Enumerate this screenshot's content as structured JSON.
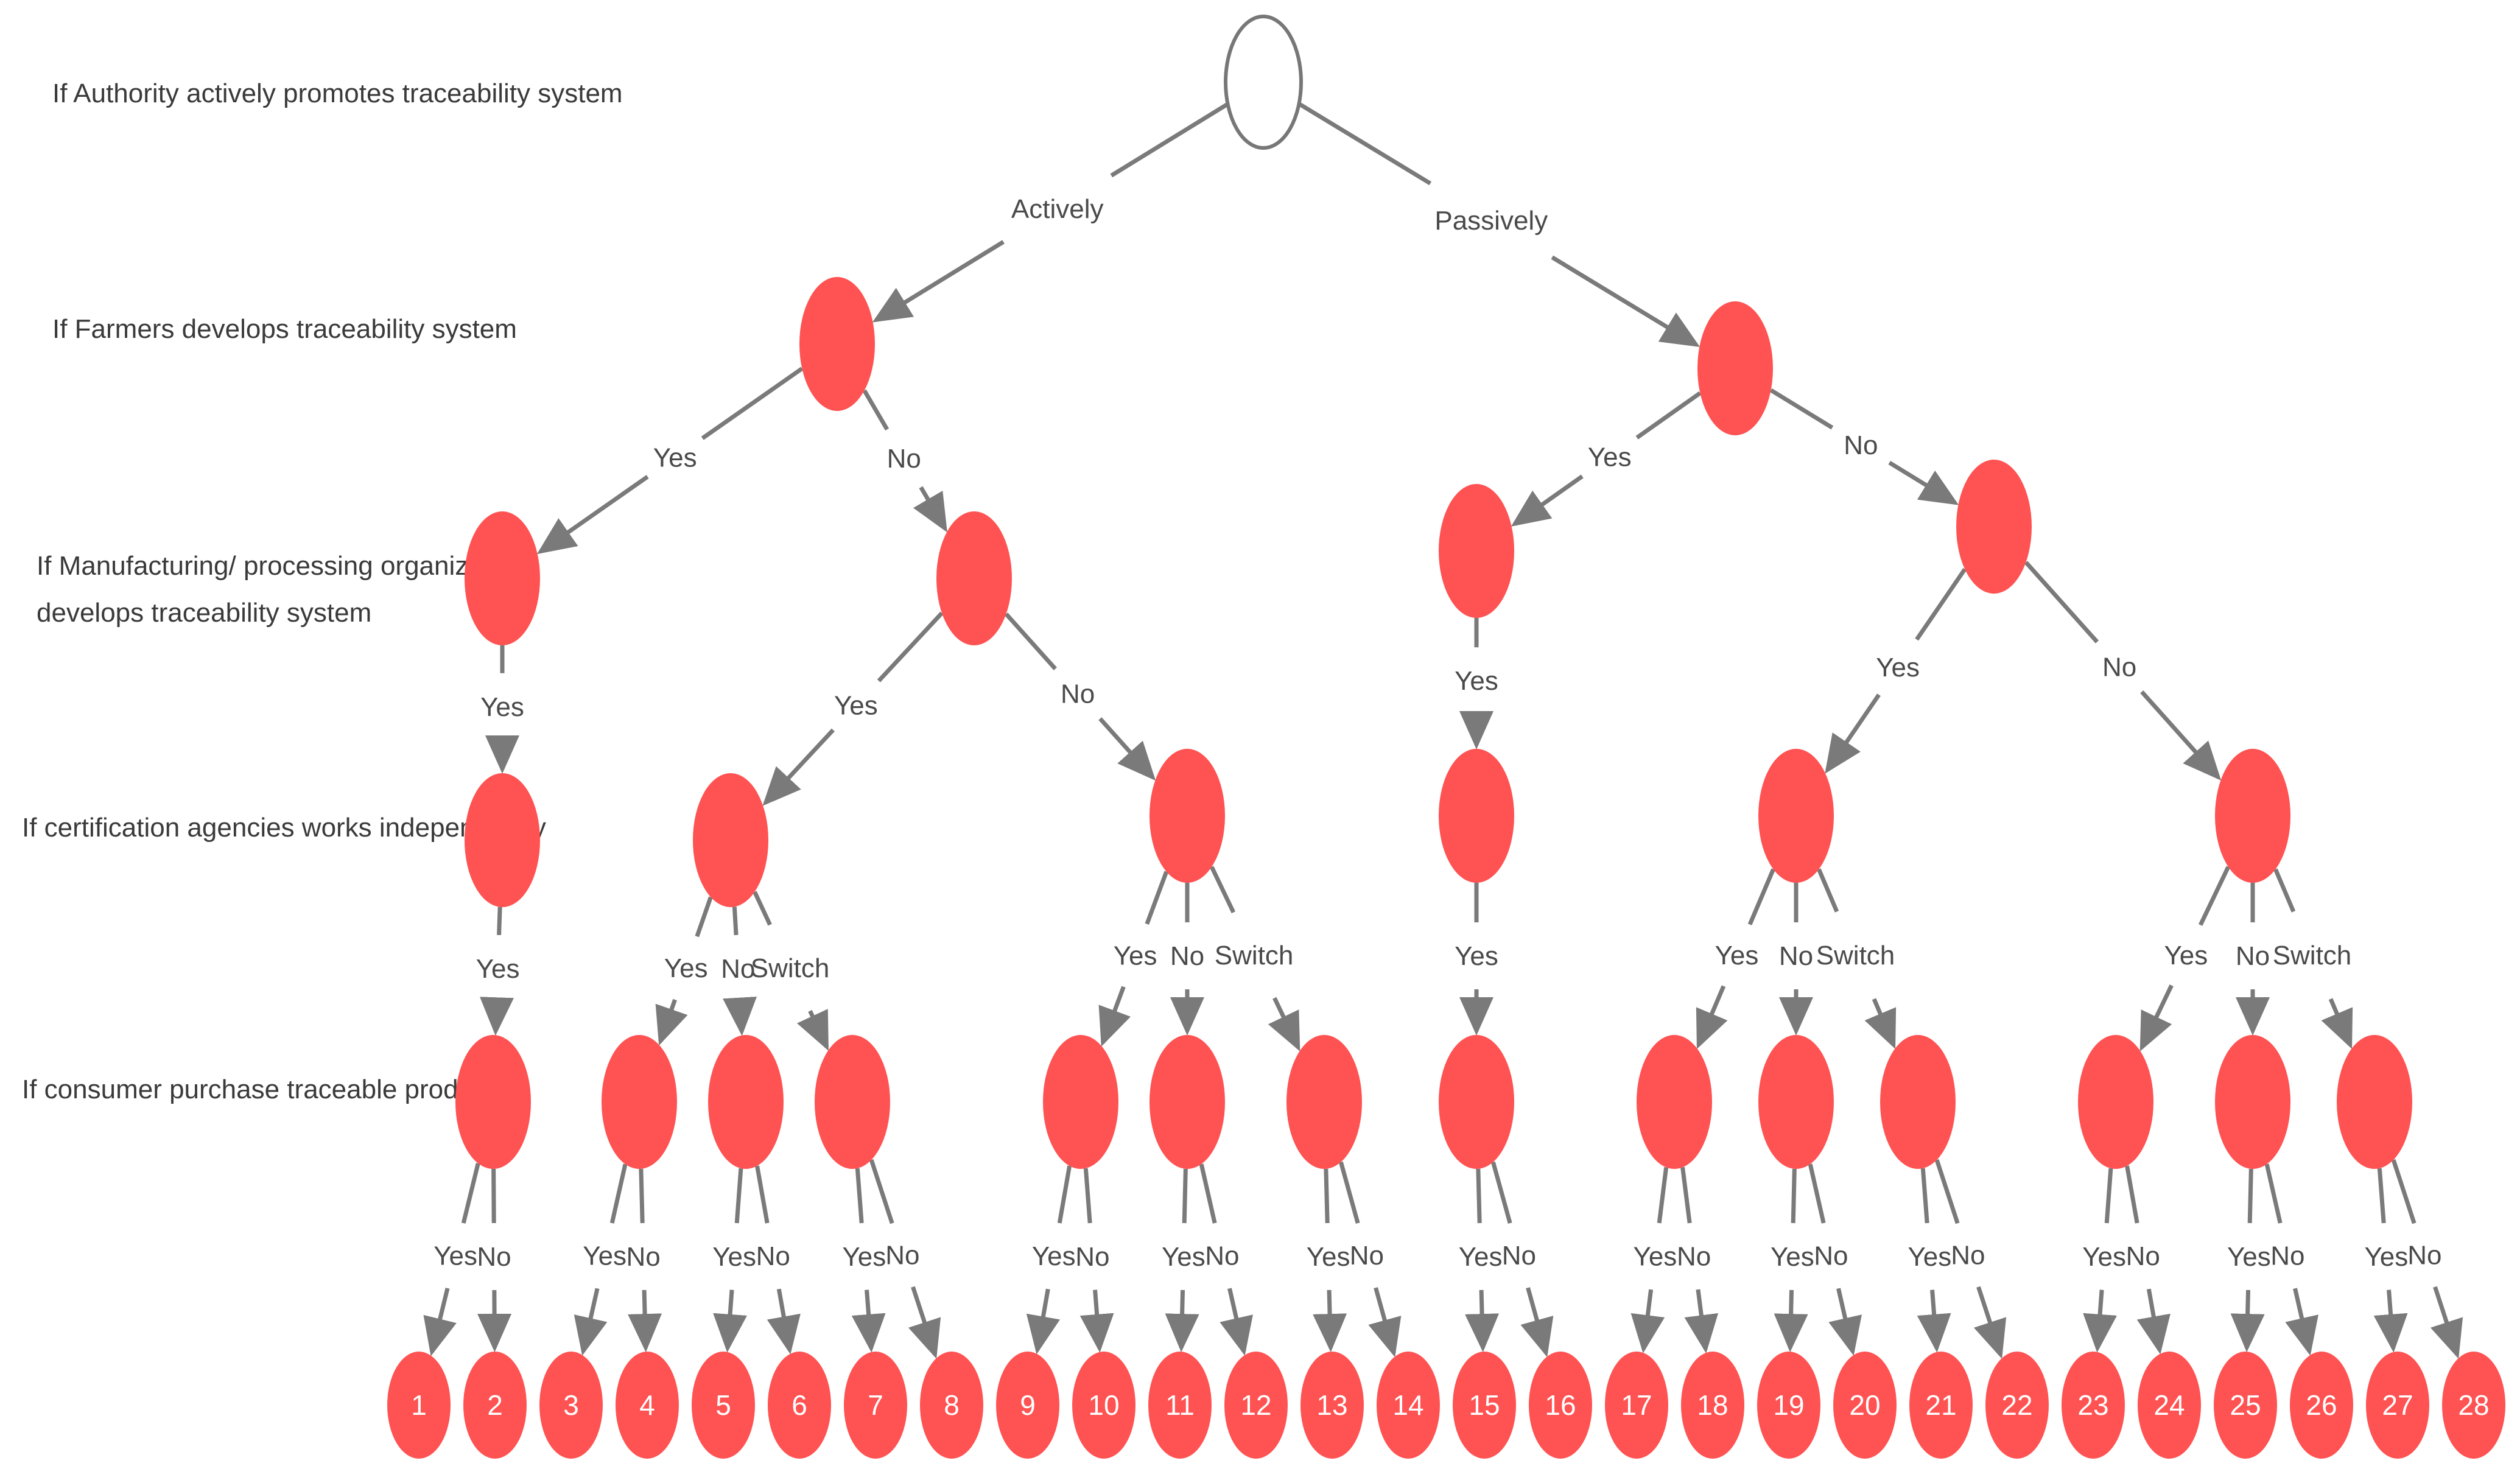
{
  "levels": [
    "If Authority actively promotes traceability system",
    "If Farmers develops traceability system",
    [
      "If Manufacturing/ processing organization",
      "develops traceability system"
    ],
    "If certification agencies works independently",
    "If consumer purchase traceable products"
  ],
  "colors": {
    "node": "#ff5252",
    "root_stroke": "#777777",
    "edge": "#7a7a7a",
    "label": "#4a4a4a"
  },
  "nodes": [
    {
      "id": "root",
      "root": true
    },
    {
      "id": "A"
    },
    {
      "id": "B"
    },
    {
      "id": "AY"
    },
    {
      "id": "AN"
    },
    {
      "id": "BY"
    },
    {
      "id": "BN"
    },
    {
      "id": "C1"
    },
    {
      "id": "C2"
    },
    {
      "id": "C3"
    },
    {
      "id": "C4"
    },
    {
      "id": "C5"
    },
    {
      "id": "C6"
    },
    {
      "id": "P1"
    },
    {
      "id": "P2"
    },
    {
      "id": "P3"
    },
    {
      "id": "P4"
    },
    {
      "id": "P5"
    },
    {
      "id": "P6"
    },
    {
      "id": "P7"
    },
    {
      "id": "P8"
    },
    {
      "id": "P9"
    },
    {
      "id": "P10"
    },
    {
      "id": "P11"
    },
    {
      "id": "P12"
    },
    {
      "id": "P13"
    },
    {
      "id": "P14"
    },
    {
      "id": "L1",
      "label": "1"
    },
    {
      "id": "L2",
      "label": "2"
    },
    {
      "id": "L3",
      "label": "3"
    },
    {
      "id": "L4",
      "label": "4"
    },
    {
      "id": "L5",
      "label": "5"
    },
    {
      "id": "L6",
      "label": "6"
    },
    {
      "id": "L7",
      "label": "7"
    },
    {
      "id": "L8",
      "label": "8"
    },
    {
      "id": "L9",
      "label": "9"
    },
    {
      "id": "L10",
      "label": "10"
    },
    {
      "id": "L11",
      "label": "11"
    },
    {
      "id": "L12",
      "label": "12"
    },
    {
      "id": "L13",
      "label": "13"
    },
    {
      "id": "L14",
      "label": "14"
    },
    {
      "id": "L15",
      "label": "15"
    },
    {
      "id": "L16",
      "label": "16"
    },
    {
      "id": "L17",
      "label": "17"
    },
    {
      "id": "L18",
      "label": "18"
    },
    {
      "id": "L19",
      "label": "19"
    },
    {
      "id": "L20",
      "label": "20"
    },
    {
      "id": "L21",
      "label": "21"
    },
    {
      "id": "L22",
      "label": "22"
    },
    {
      "id": "L23",
      "label": "23"
    },
    {
      "id": "L24",
      "label": "24"
    },
    {
      "id": "L25",
      "label": "25"
    },
    {
      "id": "L26",
      "label": "26"
    },
    {
      "id": "L27",
      "label": "27"
    },
    {
      "id": "L28",
      "label": "28"
    }
  ],
  "edges": [
    {
      "from": "root",
      "to": "A",
      "label": "Actively"
    },
    {
      "from": "root",
      "to": "B",
      "label": "Passively"
    },
    {
      "from": "A",
      "to": "AY",
      "label": "Yes"
    },
    {
      "from": "A",
      "to": "AN",
      "label": "No"
    },
    {
      "from": "B",
      "to": "BY",
      "label": "Yes"
    },
    {
      "from": "B",
      "to": "BN",
      "label": "No"
    },
    {
      "from": "AY",
      "to": "C1",
      "label": "Yes"
    },
    {
      "from": "AN",
      "to": "C2",
      "label": "Yes"
    },
    {
      "from": "AN",
      "to": "C3",
      "label": "No"
    },
    {
      "from": "BY",
      "to": "C4",
      "label": "Yes"
    },
    {
      "from": "BN",
      "to": "C5",
      "label": "Yes"
    },
    {
      "from": "BN",
      "to": "C6",
      "label": "No"
    },
    {
      "from": "C1",
      "to": "P1",
      "label": "Yes"
    },
    {
      "from": "C2",
      "to": "P2",
      "label": "Yes"
    },
    {
      "from": "C2",
      "to": "P3",
      "label": "No"
    },
    {
      "from": "C2",
      "to": "P4",
      "label": "Switch"
    },
    {
      "from": "C3",
      "to": "P5",
      "label": "Yes"
    },
    {
      "from": "C3",
      "to": "P6",
      "label": "No"
    },
    {
      "from": "C3",
      "to": "P7",
      "label": "Switch"
    },
    {
      "from": "C4",
      "to": "P8",
      "label": "Yes"
    },
    {
      "from": "C5",
      "to": "P9",
      "label": "Yes"
    },
    {
      "from": "C5",
      "to": "P10",
      "label": "No"
    },
    {
      "from": "C5",
      "to": "P11",
      "label": "Switch"
    },
    {
      "from": "C6",
      "to": "P12",
      "label": "Yes"
    },
    {
      "from": "C6",
      "to": "P13",
      "label": "No"
    },
    {
      "from": "C6",
      "to": "P14",
      "label": "Switch"
    },
    {
      "from": "P1",
      "to": "L1",
      "label": "Yes"
    },
    {
      "from": "P1",
      "to": "L2",
      "label": "No"
    },
    {
      "from": "P2",
      "to": "L3",
      "label": "Yes"
    },
    {
      "from": "P2",
      "to": "L4",
      "label": "No"
    },
    {
      "from": "P3",
      "to": "L5",
      "label": "Yes"
    },
    {
      "from": "P3",
      "to": "L6",
      "label": "No"
    },
    {
      "from": "P4",
      "to": "L7",
      "label": "Yes"
    },
    {
      "from": "P4",
      "to": "L8",
      "label": "No"
    },
    {
      "from": "P5",
      "to": "L9",
      "label": "Yes"
    },
    {
      "from": "P5",
      "to": "L10",
      "label": "No"
    },
    {
      "from": "P6",
      "to": "L11",
      "label": "Yes"
    },
    {
      "from": "P6",
      "to": "L12",
      "label": "No"
    },
    {
      "from": "P7",
      "to": "L13",
      "label": "Yes"
    },
    {
      "from": "P7",
      "to": "L14",
      "label": "No"
    },
    {
      "from": "P8",
      "to": "L15",
      "label": "Yes"
    },
    {
      "from": "P8",
      "to": "L16",
      "label": "No"
    },
    {
      "from": "P9",
      "to": "L17",
      "label": "Yes"
    },
    {
      "from": "P9",
      "to": "L18",
      "label": "No"
    },
    {
      "from": "P10",
      "to": "L19",
      "label": "Yes"
    },
    {
      "from": "P10",
      "to": "L20",
      "label": "No"
    },
    {
      "from": "P11",
      "to": "L21",
      "label": "Yes"
    },
    {
      "from": "P11",
      "to": "L22",
      "label": "No"
    },
    {
      "from": "P12",
      "to": "L23",
      "label": "Yes"
    },
    {
      "from": "P12",
      "to": "L24",
      "label": "No"
    },
    {
      "from": "P13",
      "to": "L25",
      "label": "Yes"
    },
    {
      "from": "P13",
      "to": "L26",
      "label": "No"
    },
    {
      "from": "P14",
      "to": "L27",
      "label": "Yes"
    },
    {
      "from": "P14",
      "to": "L28",
      "label": "No"
    }
  ]
}
